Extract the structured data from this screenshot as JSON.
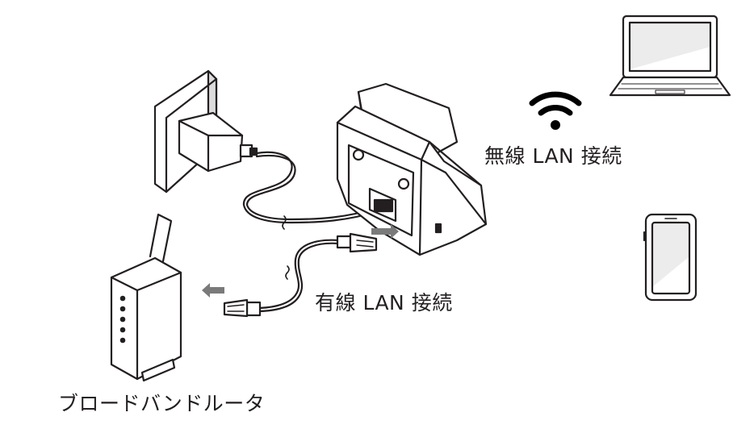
{
  "labels": {
    "wireless": "無線 LAN 接続",
    "wired": "有線 LAN 接続",
    "router": "ブロードバンドルータ"
  },
  "icons": [
    "power-outlet-icon",
    "ac-adapter-icon",
    "device-base-icon",
    "wifi-icon",
    "laptop-icon",
    "smartphone-icon",
    "router-icon",
    "lan-connector-icon",
    "arrow-left-icon"
  ],
  "colors": {
    "stroke": "#231f20",
    "arrow": "#7a7a7a",
    "screen_fill": "#ececec"
  }
}
